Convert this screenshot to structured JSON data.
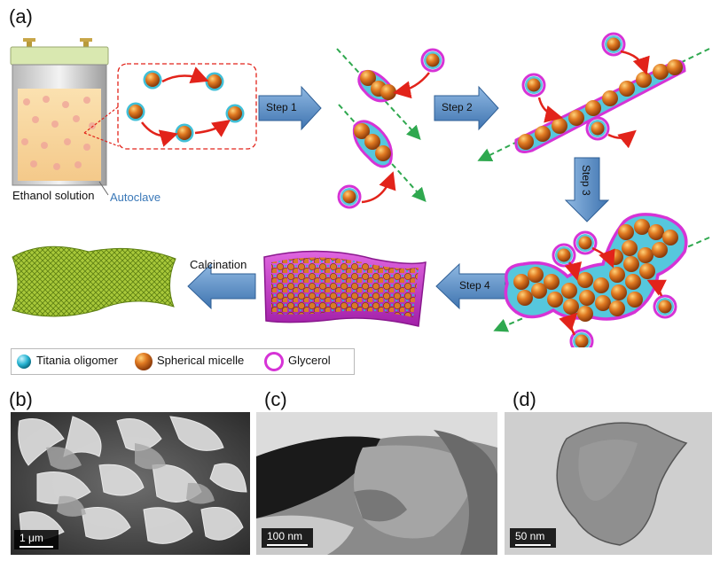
{
  "panels": {
    "a": "(a)",
    "b": "(b)",
    "c": "(c)",
    "d": "(d)"
  },
  "labels": {
    "ethanol_solution": "Ethanol solution",
    "autoclave": "Autoclave",
    "step1": "Step 1",
    "step2": "Step 2",
    "step3": "Step 3",
    "step4": "Step 4",
    "calcination": "Calcination"
  },
  "legend": {
    "titania": "Titania oligomer",
    "micelle": "Spherical micelle",
    "glycerol": "Glycerol"
  },
  "scalebars": {
    "b": "1 μm",
    "c": "100 nm",
    "d": "50 nm"
  },
  "colors": {
    "arrow_blue": "#4f86c1",
    "red_arrow": "#e2231a",
    "dashed_green": "#2fa84f",
    "micelle_orange": "#d46a1c",
    "titania_cyan": "#2bb8d3",
    "glycerol_magenta": "#d633d6",
    "sheet_green": "#9fc23a"
  }
}
